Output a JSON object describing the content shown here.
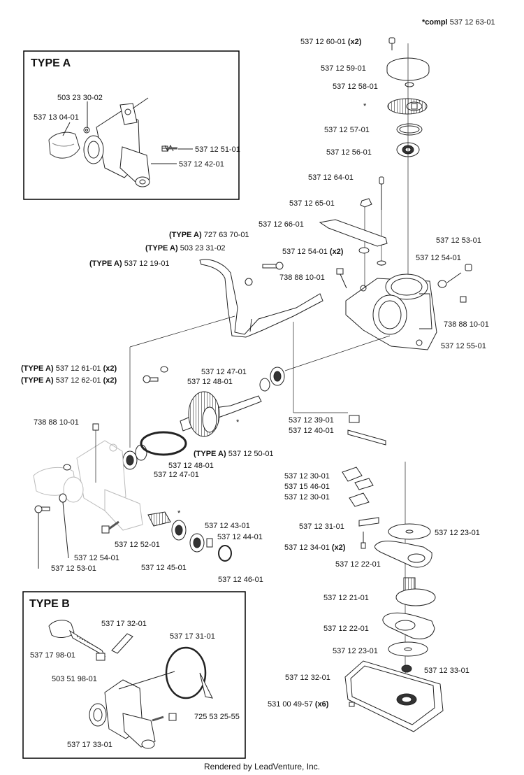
{
  "compl_note": {
    "marker": "*compl",
    "part": "537 12 63-01"
  },
  "type_a_box": {
    "title": "TYPE A"
  },
  "type_b_box": {
    "title": "TYPE B"
  },
  "footer": "Rendered by LeadVenture, Inc.",
  "watermark": "LEADVENTURE",
  "labels": {
    "l01": {
      "text": "537 12 60-01",
      "suffix": "(x2)"
    },
    "l02": {
      "text": "537 12 59-01"
    },
    "l03": {
      "text": "537 12 58-01"
    },
    "l04": {
      "text": "*"
    },
    "l05": {
      "text": "537 12 57-01"
    },
    "l06": {
      "text": "537 12 56-01"
    },
    "l07": {
      "text": "537 12 64-01"
    },
    "l08": {
      "text": "537 12 65-01"
    },
    "l09": {
      "text": "537 12 66-01"
    },
    "l10": {
      "text": "537 12 54-01",
      "suffix": "(x2)"
    },
    "l11": {
      "text": "537 12 53-01"
    },
    "l12": {
      "text": "537 12 54-01"
    },
    "l13": {
      "text": "738 88 10-01"
    },
    "l14": {
      "text": "738 88 10-01"
    },
    "l15": {
      "text": "537 12 55-01"
    },
    "l16": {
      "prefix": "(TYPE A)",
      "text": "727 63 70-01"
    },
    "l17": {
      "prefix": "(TYPE A)",
      "text": "503 23 31-02"
    },
    "l18": {
      "prefix": "(TYPE A)",
      "text": "537 12 19-01"
    },
    "l19": {
      "prefix": "(TYPE A)",
      "text": "537 12 61-01",
      "suffix": "(x2)"
    },
    "l20": {
      "prefix": "(TYPE A)",
      "text": "537 12 62-01",
      "suffix": "(x2)"
    },
    "l21": {
      "text": "537 12 47-01"
    },
    "l22": {
      "text": "537 12 48-01"
    },
    "l23": {
      "text": "738 88 10-01"
    },
    "l24": {
      "text": "537 12 39-01"
    },
    "l25": {
      "text": "537 12 40-01"
    },
    "l26": {
      "prefix": "(TYPE A)",
      "text": "537 12 50-01"
    },
    "l27": {
      "text": "537 12 48-01"
    },
    "l28": {
      "text": "537 12 47-01"
    },
    "l29": {
      "text": "537 12 30-01"
    },
    "l30": {
      "text": "537 15 46-01"
    },
    "l31": {
      "text": "537 12 30-01"
    },
    "l32": {
      "text": "537 12 43-01"
    },
    "l33": {
      "text": "537 12 44-01"
    },
    "l34": {
      "text": "537 12 52-01"
    },
    "l35": {
      "text": "537 12 45-01"
    },
    "l36": {
      "text": "537 12 46-01"
    },
    "l37": {
      "text": "537 12 54-01"
    },
    "l38": {
      "text": "537 12 53-01"
    },
    "l39": {
      "text": "537 12 31-01"
    },
    "l40": {
      "text": "537 12 34-01",
      "suffix": "(x2)"
    },
    "l41": {
      "text": "537 12 23-01"
    },
    "l42": {
      "text": "537 12 22-01"
    },
    "l43": {
      "text": "537 12 21-01"
    },
    "l44": {
      "text": "537 12 22-01"
    },
    "l45": {
      "text": "537 12 23-01"
    },
    "l46": {
      "text": "537 12 33-01"
    },
    "l47": {
      "text": "537 12 32-01"
    },
    "l48": {
      "text": "531 00 49-57",
      "suffix": "(x6)"
    },
    "a1": {
      "text": "503 23 30-02"
    },
    "a2": {
      "text": "537 13 04-01"
    },
    "a3": {
      "text": "537 12 51-01"
    },
    "a4": {
      "text": "537 12 42-01"
    },
    "b1": {
      "text": "537 17 32-01"
    },
    "b2": {
      "text": "537 17 31-01"
    },
    "b3": {
      "text": "537 17 98-01"
    },
    "b4": {
      "text": "503 51 98-01"
    },
    "b5": {
      "text": "725 53 25-55"
    },
    "b6": {
      "text": "537 17 33-01"
    },
    "s1": {
      "text": "*"
    },
    "s2": {
      "text": "*"
    }
  }
}
